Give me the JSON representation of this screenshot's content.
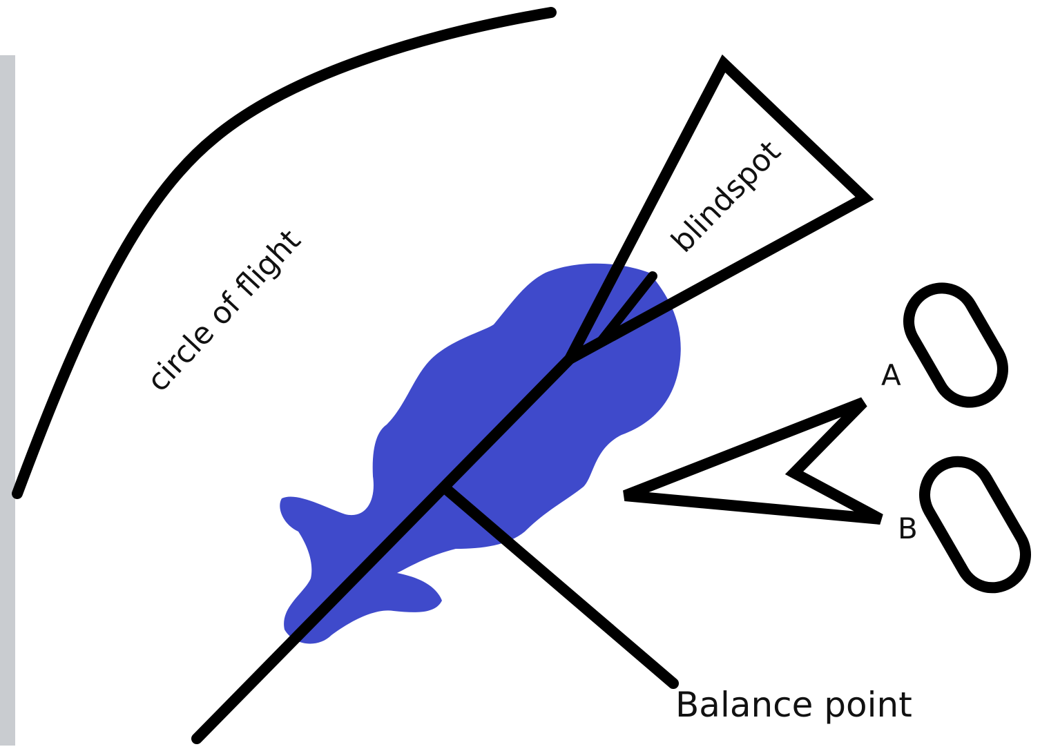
{
  "labels": {
    "circle_of_flight": "circle of flight",
    "blindspot": "blindspot",
    "point_a": "A",
    "point_b": "B",
    "balance_point": "Balance point"
  },
  "colors": {
    "animal": "#3f4acb",
    "ink": "#000000",
    "edge_texture": "#c9ccd0"
  }
}
